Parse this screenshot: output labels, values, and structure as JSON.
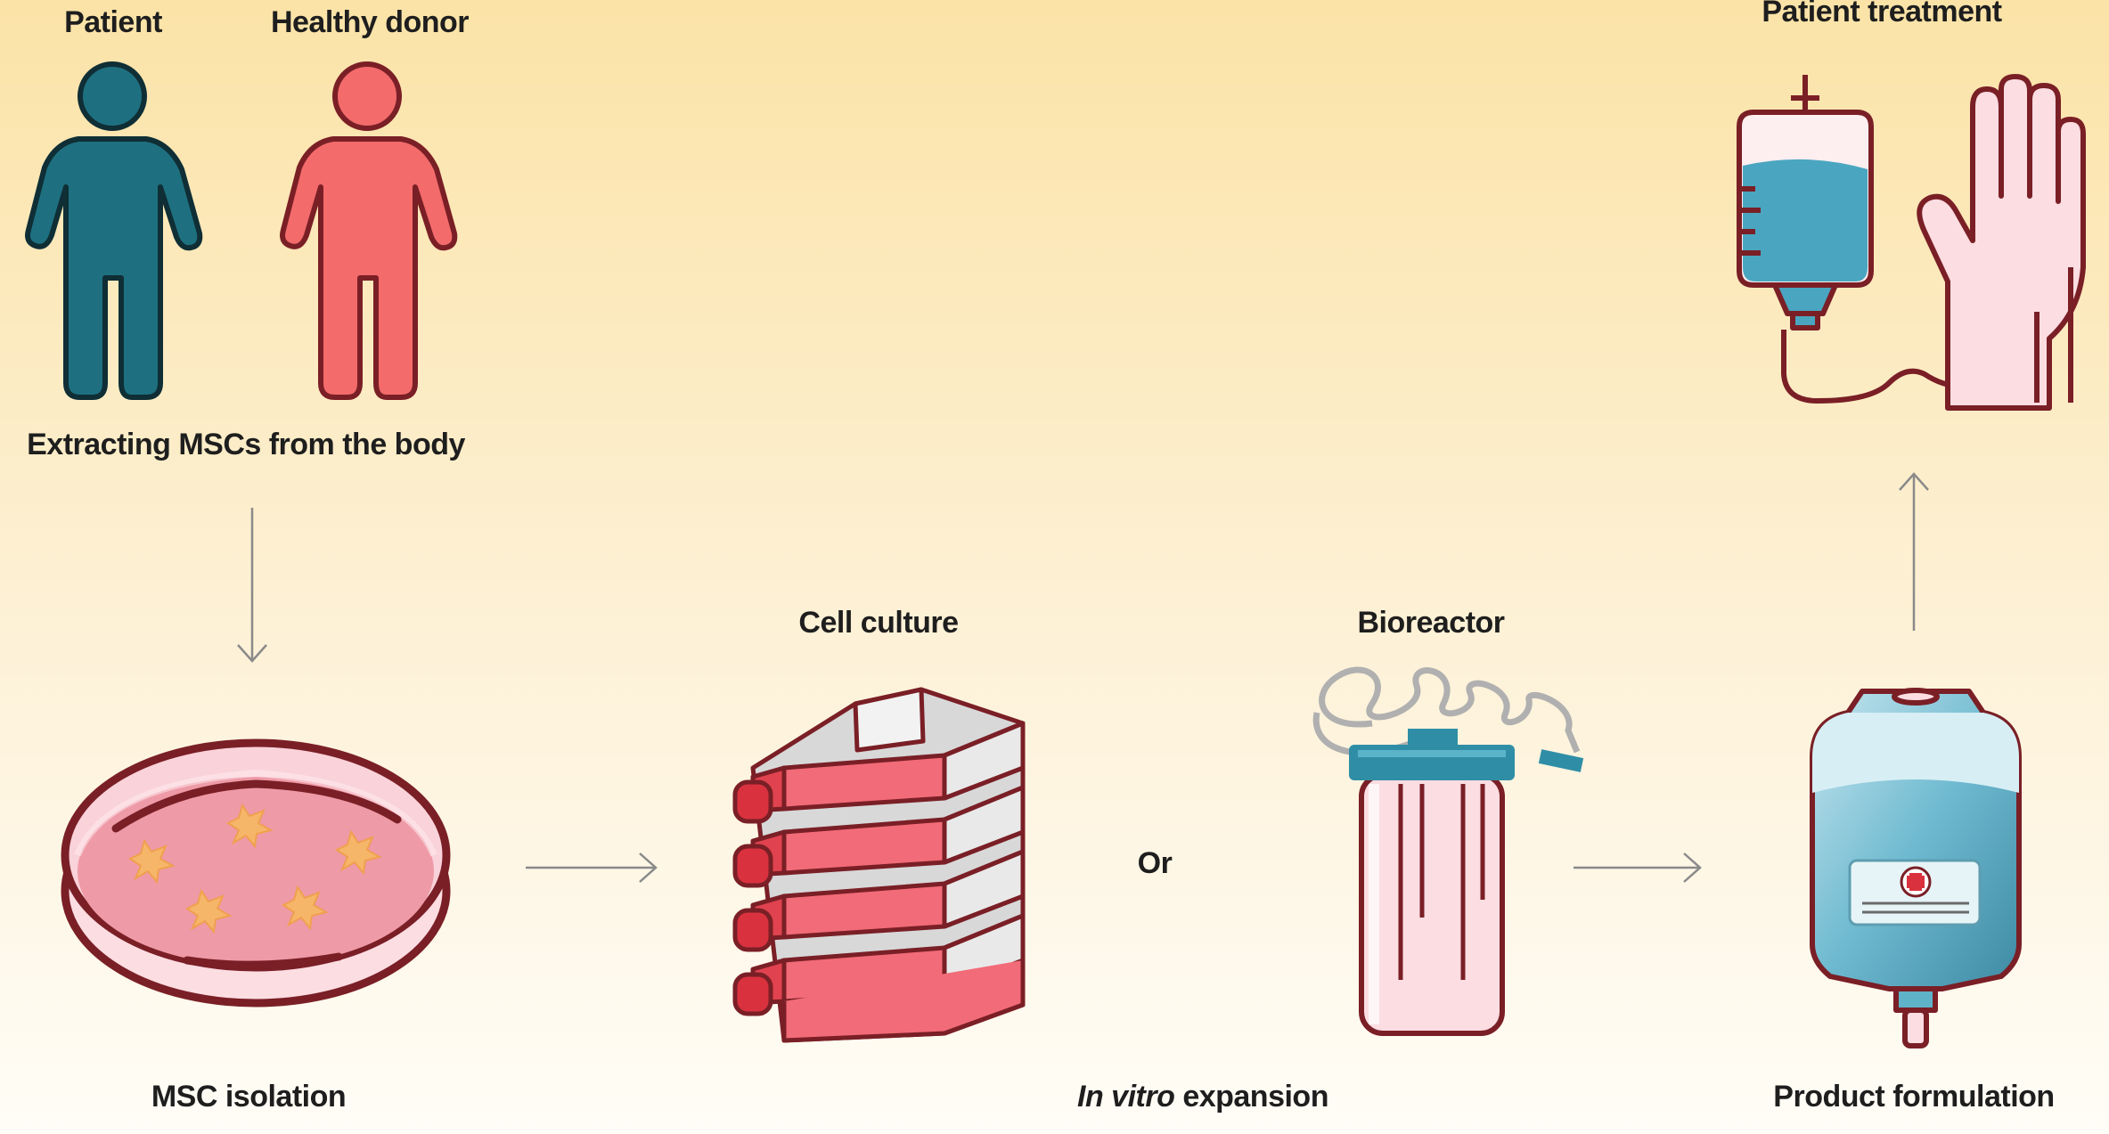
{
  "labels": {
    "patient": "Patient",
    "healthy_donor": "Healthy donor",
    "patient_treatment": "Patient treatment",
    "extracting": "Extracting MSCs from the body",
    "cell_culture": "Cell culture",
    "bioreactor": "Bioreactor",
    "or": "Or",
    "msc_isolation": "MSC isolation",
    "in_vitro_italic": "In vitro",
    "in_vitro_rest": " expansion",
    "product_formulation": "Product formulation"
  },
  "colors": {
    "background_top": "#fbe4a8",
    "background_bottom": "#fffdf6",
    "teal": "#1e7080",
    "salmon": "#f36b6b",
    "outline": "#7a1f26",
    "cell_red": "#ee5a66",
    "cell_orange": "#f5b86a",
    "fluid_blue": "#5eb3c9",
    "pale_pink": "#fbdde2"
  }
}
